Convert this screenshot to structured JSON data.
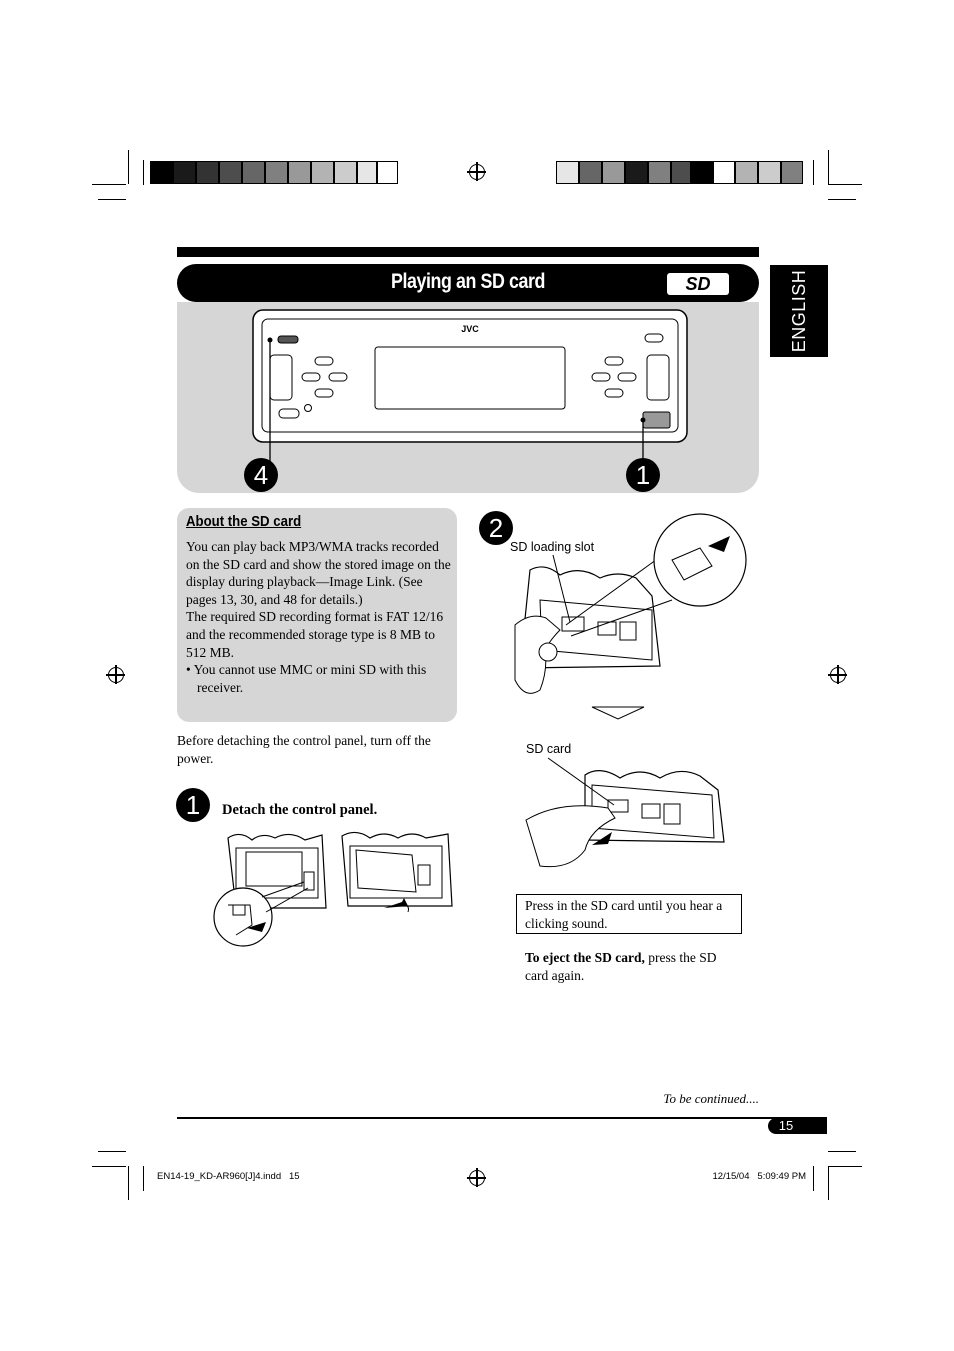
{
  "header": {
    "title": "Playing an SD card",
    "logo_text": "SD",
    "side_tab": "ENGLISH"
  },
  "unit_diagram": {
    "brand": "JVC",
    "step_left": "4",
    "step_right": "1"
  },
  "about": {
    "title": "About the SD card",
    "para1": "You can play back MP3/WMA tracks recorded on the SD card and show the stored image on the display during playback—Image Link. (See pages 13, 30, and 48 for details.)",
    "para2": "The required SD recording format is FAT 12/16 and the recommended storage type is 8 MB to 512 MB.",
    "bullet": "• You cannot use MMC or mini SD with this receiver."
  },
  "intro_text": "Before detaching the control panel, turn off the power.",
  "step1": {
    "number": "1",
    "label": "Detach the control panel."
  },
  "step2": {
    "number": "2",
    "slot_label": "SD loading slot",
    "card_label": "SD card",
    "note": "Press in the SD card until you hear a clicking sound.",
    "eject_bold": "To eject the SD card,",
    "eject_rest": " press the SD card again."
  },
  "footer": {
    "continued": "To be continued....",
    "page_number": "15",
    "file_name": "EN14-19_KD-AR960[J]4.indd   15",
    "timestamp": "12/15/04   5:09:49 PM"
  },
  "colors": {
    "panel_grey": "#d6d6d6",
    "ink": "#000000"
  }
}
